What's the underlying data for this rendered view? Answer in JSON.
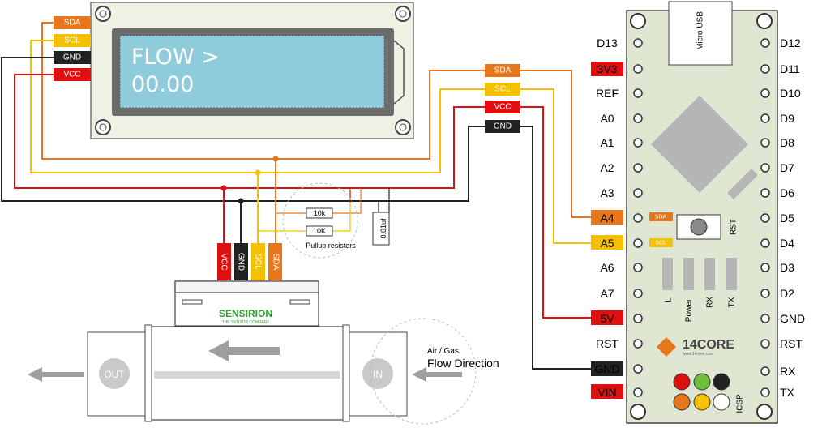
{
  "lcd": {
    "line1": "FLOW >",
    "line2": "00.00",
    "pins": [
      "SDA",
      "SCL",
      "GND",
      "VCC"
    ]
  },
  "arduino_tags": {
    "sda": "SDA",
    "scl": "SCL",
    "vcc": "VCC",
    "gnd": "GND"
  },
  "sensor_pins": [
    "VCC",
    "GND",
    "SCL",
    "SDA"
  ],
  "resistors": {
    "r1": "10k",
    "r2": "10K",
    "cap": "0.01uf",
    "caption": "Pullup resistors"
  },
  "sensor": {
    "brand": "SENSIRION",
    "tagline": "THE SENSOR COMPANY",
    "out": "OUT",
    "in": "IN",
    "flow_small": "Air / Gas",
    "flow_label": "Flow Direction"
  },
  "board": {
    "usb": "Micro USB",
    "left_pins": [
      "D13",
      "3V3",
      "REF",
      "A0",
      "A1",
      "A2",
      "A3",
      "A4",
      "A5",
      "A6",
      "A7",
      "5V",
      "RST",
      "GND",
      "VIN"
    ],
    "right_pins": [
      "D12",
      "D11",
      "D10",
      "D9",
      "D8",
      "D7",
      "D6",
      "D5",
      "D4",
      "D3",
      "D2",
      "GND",
      "RST",
      "RX",
      "TX"
    ],
    "sda_tag": "SDA",
    "scl_tag": "SCL",
    "rst_button": "RST",
    "leds": [
      "L",
      "Power",
      "RX",
      "TX"
    ],
    "logo": "14CORE",
    "logo_sub": "www.14core.com",
    "icsp": "ICSP"
  },
  "colors": {
    "sda": "#e8761d",
    "scl": "#f5c000",
    "vcc": "#e01010",
    "gnd": "#222222",
    "board": "#dfe6d2",
    "lcd_screen": "#8ecbdb"
  }
}
